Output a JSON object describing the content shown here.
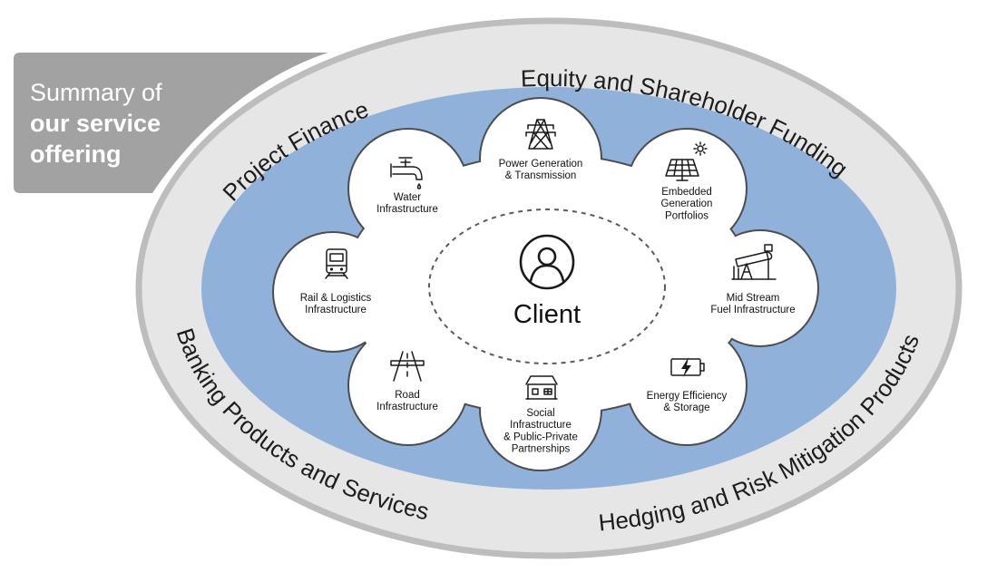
{
  "title": {
    "line1": "Summary of",
    "line2": "our service",
    "line3": "offering"
  },
  "outer_ring": {
    "project_finance": "Project Finance",
    "equity_funding": "Equity and Shareholder Funding",
    "banking_products": "Banking Products and Services",
    "hedging_products": "Hedging and Risk Mitigation Products"
  },
  "center": {
    "label": "Client",
    "icon": "user-icon"
  },
  "nodes": [
    {
      "id": "power",
      "icon": "pylon-icon",
      "lines": [
        "Power Generation",
        "& Transmission"
      ]
    },
    {
      "id": "embedded",
      "icon": "solar-panel-icon",
      "lines": [
        "Embedded",
        "Generation",
        "Portfolios"
      ]
    },
    {
      "id": "midstream",
      "icon": "oil-pump-icon",
      "lines": [
        "Mid Stream",
        "Fuel Infrastructure"
      ]
    },
    {
      "id": "energy",
      "icon": "battery-icon",
      "lines": [
        "Energy Efficiency",
        "& Storage"
      ]
    },
    {
      "id": "social",
      "icon": "building-icon",
      "lines": [
        "Social",
        "Infrastructure",
        "& Public-Private",
        "Partnerships"
      ]
    },
    {
      "id": "road",
      "icon": "road-icon",
      "lines": [
        "Road",
        "Infrastructure"
      ]
    },
    {
      "id": "rail",
      "icon": "train-icon",
      "lines": [
        "Rail & Logistics",
        "Infrastructure"
      ]
    },
    {
      "id": "water",
      "icon": "tap-icon",
      "lines": [
        "Water",
        "Infrastructure"
      ]
    }
  ],
  "colors": {
    "outer_ring": "#e6e6e6",
    "outer_border": "#bdbdbd",
    "blue_ring": "#8fb1da",
    "title_box": "#a2a2a2",
    "cloud_stroke": "#4d4d4d"
  }
}
